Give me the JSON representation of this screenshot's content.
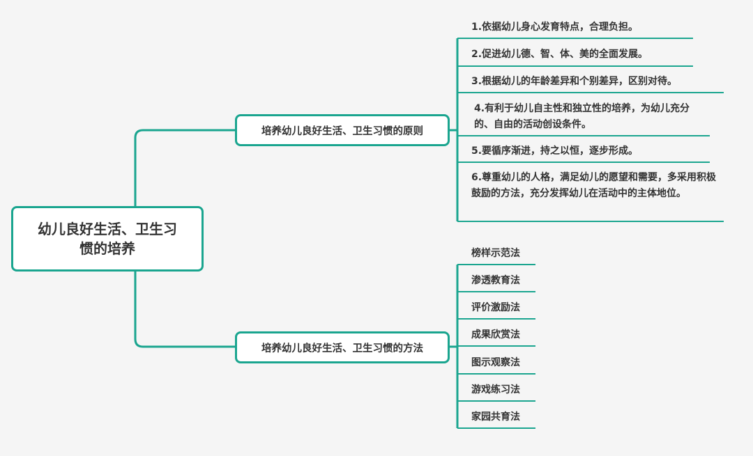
{
  "colors": {
    "accent": "#1aa58f",
    "background": "#f5f5f5",
    "text": "#333333"
  },
  "root": {
    "title": "幼儿良好生活、卫生习惯的培养"
  },
  "branches": [
    {
      "label": "培养幼儿良好生活、卫生习惯的原则",
      "items": [
        "1.依据幼儿身心发育特点，合理负担。",
        "2.促进幼儿德、智、体、美的全面发展。",
        "3.根据幼儿的年龄差异和个别差异，区别对待。",
        "4.有利于幼儿自主性和独立性的培养，为幼儿充分的、自由的活动创设条件。",
        "5.要循序渐进，持之以恒，逐步形成。",
        "6.尊重幼儿的人格，满足幼儿的愿望和需要，多采用积极鼓励的方法，充分发挥幼儿在活动中的主体地位。"
      ]
    },
    {
      "label": "培养幼儿良好生活、卫生习惯的方法",
      "items": [
        "榜样示范法",
        "渗透教育法",
        "评价激励法",
        "成果欣赏法",
        "图示观察法",
        "游戏练习法",
        "家园共育法"
      ]
    }
  ]
}
